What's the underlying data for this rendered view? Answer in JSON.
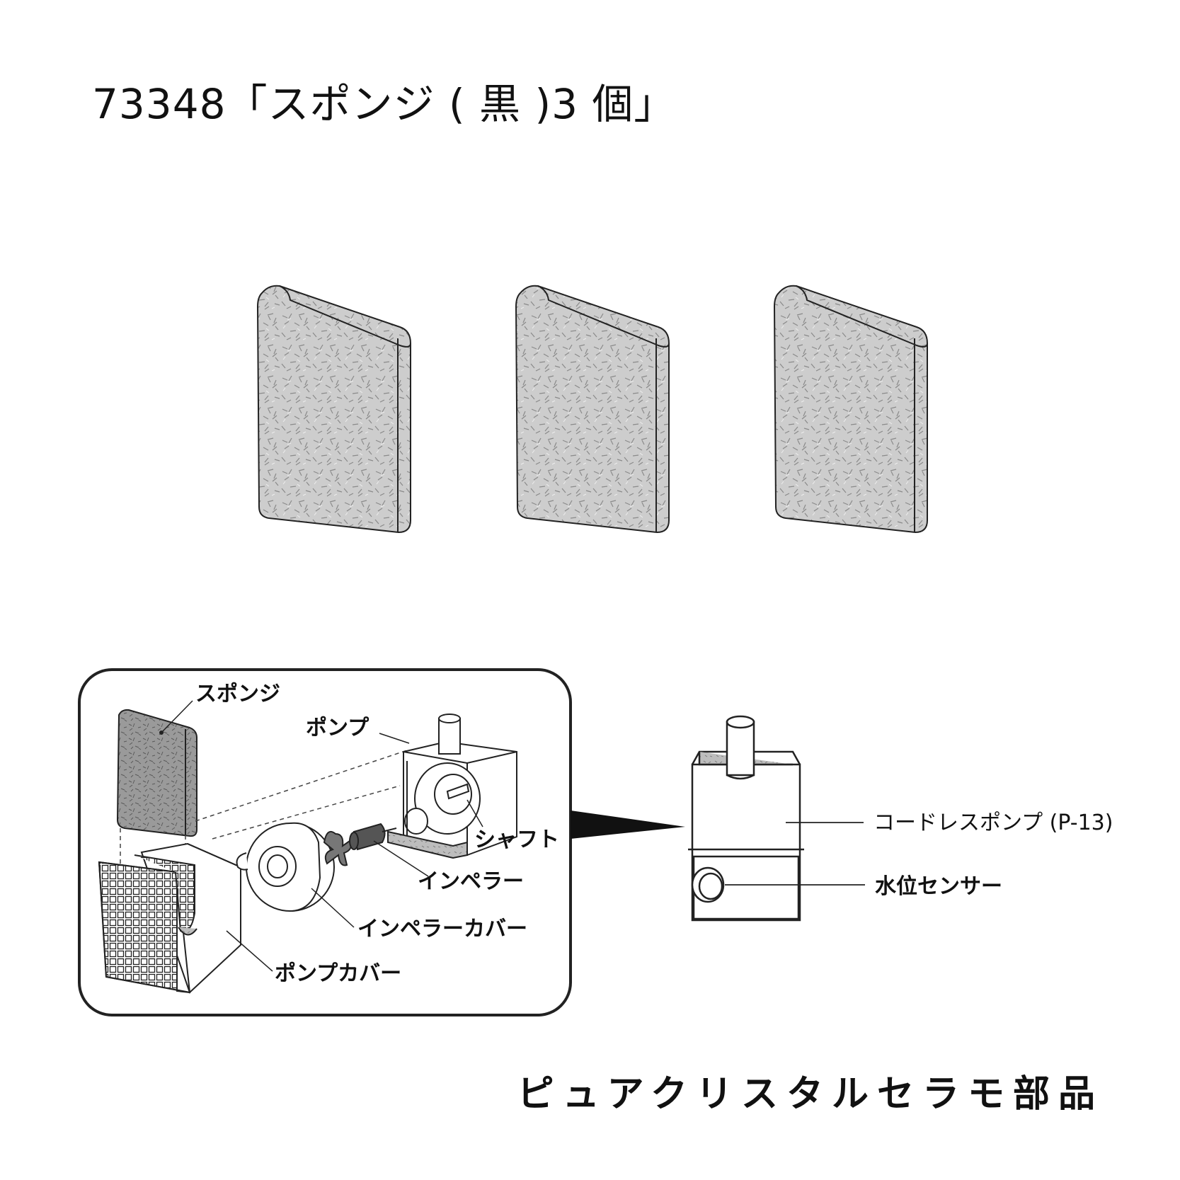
{
  "title": "73348「スポンジ ( 黒 )3 個」",
  "footer": "ピュアクリスタルセラモ部品",
  "exploded_view": {
    "labels": {
      "sponge": "スポンジ",
      "pump": "ポンプ",
      "shaft": "シャフト",
      "impeller": "インペラー",
      "impeller_cover": "インペラーカバー",
      "pump_cover": "ポンプカバー"
    }
  },
  "assembled_view": {
    "labels": {
      "cordless_pump": "コードレスポンプ (P-13)",
      "water_level_sensor": "水位センサー"
    }
  },
  "colors": {
    "sponge_fill": "#c9c9c9",
    "line": "#222222",
    "background": "#ffffff"
  }
}
